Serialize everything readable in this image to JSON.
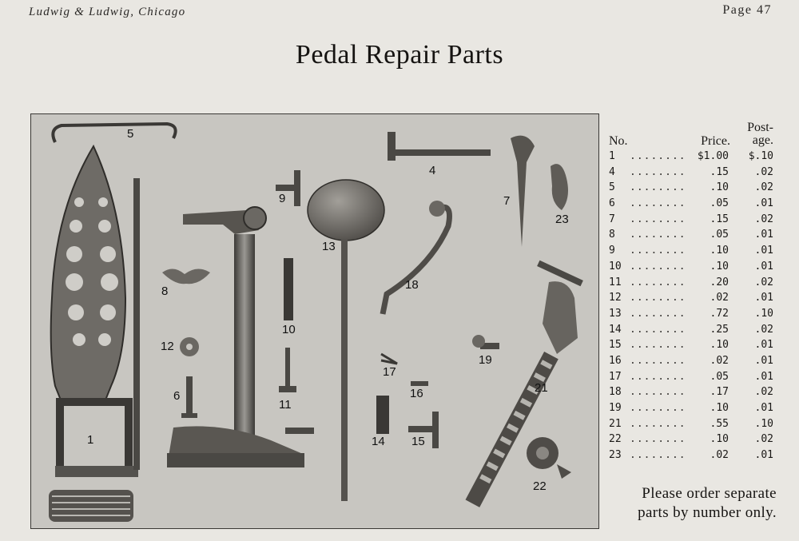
{
  "header": {
    "publisher": "Ludwig & Ludwig, Chicago",
    "page": "Page 47"
  },
  "title": "Pedal Repair Parts",
  "photo": {
    "labels": [
      "5",
      "4",
      "7",
      "23",
      "9",
      "13",
      "1",
      "8",
      "18",
      "10",
      "12",
      "19",
      "17",
      "16",
      "6",
      "11",
      "21",
      "14",
      "15",
      "22"
    ]
  },
  "price_table": {
    "headers": {
      "no": "No.",
      "price": "Price.",
      "postage_line1": "Post-",
      "postage_line2": "age."
    },
    "rows": [
      {
        "no": "1",
        "dots": "........",
        "price": "$1.00",
        "postage": "$.10"
      },
      {
        "no": "4",
        "dots": "........",
        "price": ".15",
        "postage": ".02"
      },
      {
        "no": "5",
        "dots": "........",
        "price": ".10",
        "postage": ".02"
      },
      {
        "no": "6",
        "dots": "........",
        "price": ".05",
        "postage": ".01"
      },
      {
        "no": "7",
        "dots": "........",
        "price": ".15",
        "postage": ".02"
      },
      {
        "no": "8",
        "dots": "........",
        "price": ".05",
        "postage": ".01"
      },
      {
        "no": "9",
        "dots": "........",
        "price": ".10",
        "postage": ".01"
      },
      {
        "no": "10",
        "dots": "........",
        "price": ".10",
        "postage": ".01"
      },
      {
        "no": "11",
        "dots": "........",
        "price": ".20",
        "postage": ".02"
      },
      {
        "no": "12",
        "dots": "........",
        "price": ".02",
        "postage": ".01"
      },
      {
        "no": "13",
        "dots": "........",
        "price": ".72",
        "postage": ".10"
      },
      {
        "no": "14",
        "dots": "........",
        "price": ".25",
        "postage": ".02"
      },
      {
        "no": "15",
        "dots": "........",
        "price": ".10",
        "postage": ".01"
      },
      {
        "no": "16",
        "dots": "........",
        "price": ".02",
        "postage": ".01"
      },
      {
        "no": "17",
        "dots": "........",
        "price": ".05",
        "postage": ".01"
      },
      {
        "no": "18",
        "dots": "........",
        "price": ".17",
        "postage": ".02"
      },
      {
        "no": "19",
        "dots": "........",
        "price": ".10",
        "postage": ".01"
      },
      {
        "no": "21",
        "dots": "........",
        "price": ".55",
        "postage": ".10"
      },
      {
        "no": "22",
        "dots": "........",
        "price": ".10",
        "postage": ".02"
      },
      {
        "no": "23",
        "dots": "........",
        "price": ".02",
        "postage": ".01"
      }
    ]
  },
  "note": {
    "line1": "Please order separate",
    "line2": "parts by number only."
  }
}
